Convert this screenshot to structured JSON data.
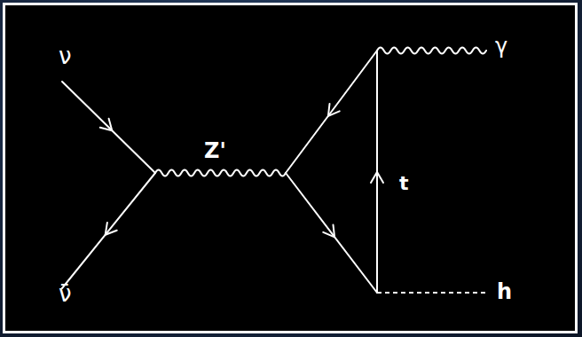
{
  "diagram": {
    "labels": [
      "ν",
      "ν̄",
      "Z'",
      "t",
      "γ",
      "h"
    ]
  }
}
